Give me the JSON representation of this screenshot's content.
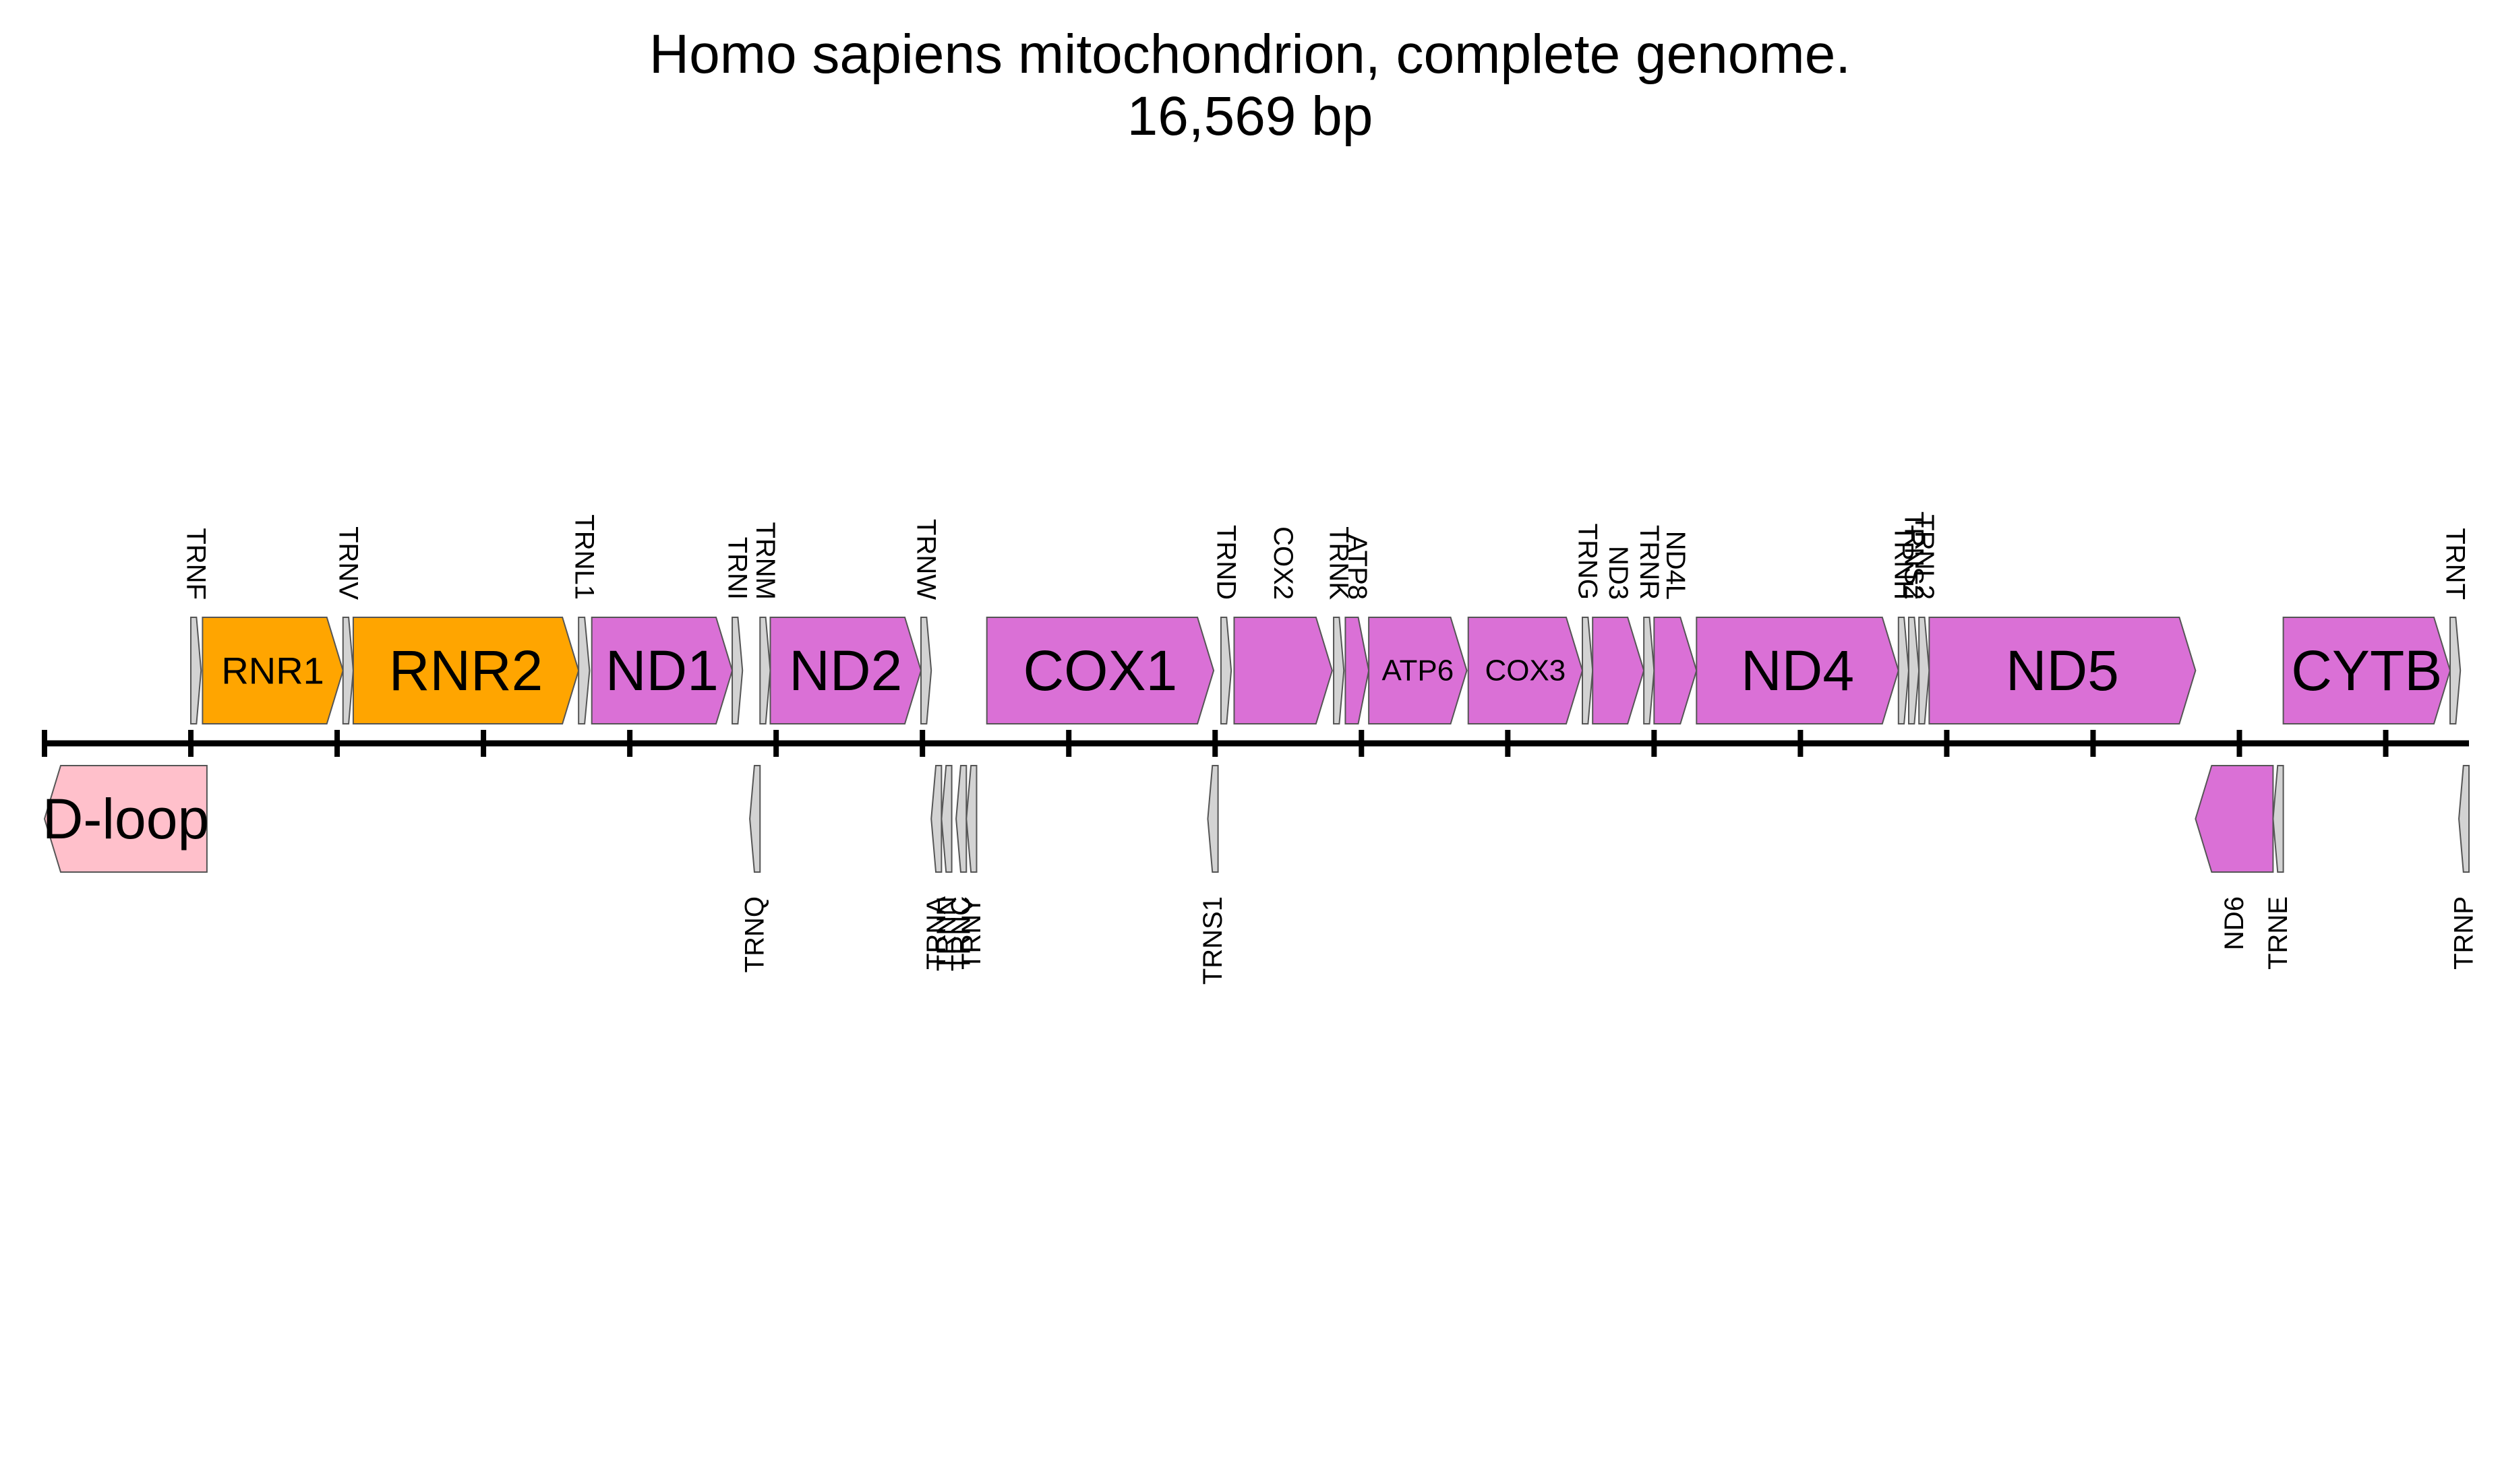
{
  "title": "Homo sapiens mitochondrion, complete genome.",
  "subtitle": "16,569 bp",
  "genome_length": 16569,
  "colors": {
    "rRNA": "#ffa500",
    "cds": "#da70d6",
    "tRNA": "#d3d3d3",
    "d_loop": "#ffc0cb"
  },
  "chart_data": {
    "type": "gene_map",
    "units": "bp",
    "length": 16569,
    "axis_ticks": [
      0,
      1000,
      2000,
      3000,
      4000,
      5000,
      6000,
      7000,
      8000,
      9000,
      10000,
      11000,
      12000,
      13000,
      14000,
      15000,
      16000
    ],
    "features": [
      {
        "name": "TRNF",
        "type": "tRNA",
        "strand": "+",
        "start": 1000,
        "end": 1070,
        "label": "TRNF"
      },
      {
        "name": "RNR1",
        "type": "rRNA",
        "strand": "+",
        "start": 1080,
        "end": 2040,
        "label": "RNR1",
        "inside": true
      },
      {
        "name": "TRNV",
        "type": "tRNA",
        "strand": "+",
        "start": 2040,
        "end": 2110,
        "label": "TRNV"
      },
      {
        "name": "RNR2",
        "type": "rRNA",
        "strand": "+",
        "start": 2110,
        "end": 3650,
        "label": "RNR2",
        "inside": true
      },
      {
        "name": "TRNL1",
        "type": "tRNA",
        "strand": "+",
        "start": 3650,
        "end": 3725,
        "label": "TRNL1"
      },
      {
        "name": "ND1",
        "type": "cds",
        "strand": "+",
        "start": 3740,
        "end": 4700,
        "label": "ND1",
        "inside": true
      },
      {
        "name": "TRNI",
        "type": "tRNA",
        "strand": "+",
        "start": 4700,
        "end": 4770,
        "label": "TRNI"
      },
      {
        "name": "TRNQ",
        "type": "tRNA",
        "strand": "-",
        "start": 4820,
        "end": 4890,
        "label": "TRNQ"
      },
      {
        "name": "TRNM",
        "type": "tRNA",
        "strand": "+",
        "start": 4890,
        "end": 4960,
        "label": "TRNM"
      },
      {
        "name": "ND2",
        "type": "cds",
        "strand": "+",
        "start": 4960,
        "end": 5990,
        "label": "ND2",
        "inside": true
      },
      {
        "name": "TRNW",
        "type": "tRNA",
        "strand": "+",
        "start": 5990,
        "end": 6060,
        "label": "TRNW"
      },
      {
        "name": "TRNA",
        "type": "tRNA",
        "strand": "-",
        "start": 6060,
        "end": 6130,
        "label": "TRNA"
      },
      {
        "name": "TRNN",
        "type": "tRNA",
        "strand": "-",
        "start": 6130,
        "end": 6200,
        "label": "TRNN"
      },
      {
        "name": "TRNC",
        "type": "tRNA",
        "strand": "-",
        "start": 6230,
        "end": 6300,
        "label": "TRNC"
      },
      {
        "name": "TRNY",
        "type": "tRNA",
        "strand": "-",
        "start": 6300,
        "end": 6370,
        "label": "TRNY"
      },
      {
        "name": "COX1",
        "type": "cds",
        "strand": "+",
        "start": 6440,
        "end": 7990,
        "label": "COX1",
        "inside": true
      },
      {
        "name": "TRNS1",
        "type": "tRNA",
        "strand": "-",
        "start": 7950,
        "end": 8020,
        "label": "TRNS1"
      },
      {
        "name": "TRND",
        "type": "tRNA",
        "strand": "+",
        "start": 8040,
        "end": 8110,
        "label": "TRND"
      },
      {
        "name": "COX2",
        "type": "cds",
        "strand": "+",
        "start": 8130,
        "end": 8800,
        "label": "COX2"
      },
      {
        "name": "TRNK",
        "type": "tRNA",
        "strand": "+",
        "start": 8810,
        "end": 8880,
        "label": "TRNK"
      },
      {
        "name": "ATP8",
        "type": "cds",
        "strand": "+",
        "start": 8890,
        "end": 9050,
        "label": "ATP8"
      },
      {
        "name": "ATP6",
        "type": "cds",
        "strand": "+",
        "start": 9050,
        "end": 9720,
        "label": "ATP6",
        "inside": true,
        "small": true
      },
      {
        "name": "COX3",
        "type": "cds",
        "strand": "+",
        "start": 9730,
        "end": 10510,
        "label": "COX3",
        "inside": true,
        "small": true
      },
      {
        "name": "TRNG",
        "type": "tRNA",
        "strand": "+",
        "start": 10510,
        "end": 10580,
        "label": "TRNG"
      },
      {
        "name": "ND3",
        "type": "cds",
        "strand": "+",
        "start": 10580,
        "end": 10930,
        "label": "ND3"
      },
      {
        "name": "TRNR",
        "type": "tRNA",
        "strand": "+",
        "start": 10930,
        "end": 11000,
        "label": "TRNR"
      },
      {
        "name": "ND4L",
        "type": "cds",
        "strand": "+",
        "start": 11000,
        "end": 11290,
        "label": "ND4L"
      },
      {
        "name": "ND4",
        "type": "cds",
        "strand": "+",
        "start": 11290,
        "end": 12670,
        "label": "ND4",
        "inside": true
      },
      {
        "name": "TRNH",
        "type": "tRNA",
        "strand": "+",
        "start": 12670,
        "end": 12740,
        "label": "TRNH"
      },
      {
        "name": "TRNS2",
        "type": "tRNA",
        "strand": "+",
        "start": 12740,
        "end": 12810,
        "label": "TRNS2"
      },
      {
        "name": "TRNL2",
        "type": "tRNA",
        "strand": "+",
        "start": 12810,
        "end": 12880,
        "label": "TRNL2"
      },
      {
        "name": "ND5",
        "type": "cds",
        "strand": "+",
        "start": 12880,
        "end": 14700,
        "label": "ND5",
        "inside": true
      },
      {
        "name": "ND6",
        "type": "cds",
        "strand": "-",
        "start": 14700,
        "end": 15230,
        "label": "ND6"
      },
      {
        "name": "TRNE",
        "type": "tRNA",
        "strand": "-",
        "start": 15230,
        "end": 15300,
        "label": "TRNE"
      },
      {
        "name": "CYTB",
        "type": "cds",
        "strand": "+",
        "start": 15300,
        "end": 16440,
        "label": "CYTB",
        "inside": true
      },
      {
        "name": "TRNT",
        "type": "tRNA",
        "strand": "+",
        "start": 16440,
        "end": 16510,
        "label": "TRNT"
      },
      {
        "name": "TRNP",
        "type": "tRNA",
        "strand": "-",
        "start": 16500,
        "end": 16569,
        "label": "TRNP"
      },
      {
        "name": "D-loop",
        "type": "d_loop",
        "strand": "-",
        "start": 0,
        "end": 1110,
        "label": "D-loop",
        "inside": true
      }
    ]
  }
}
